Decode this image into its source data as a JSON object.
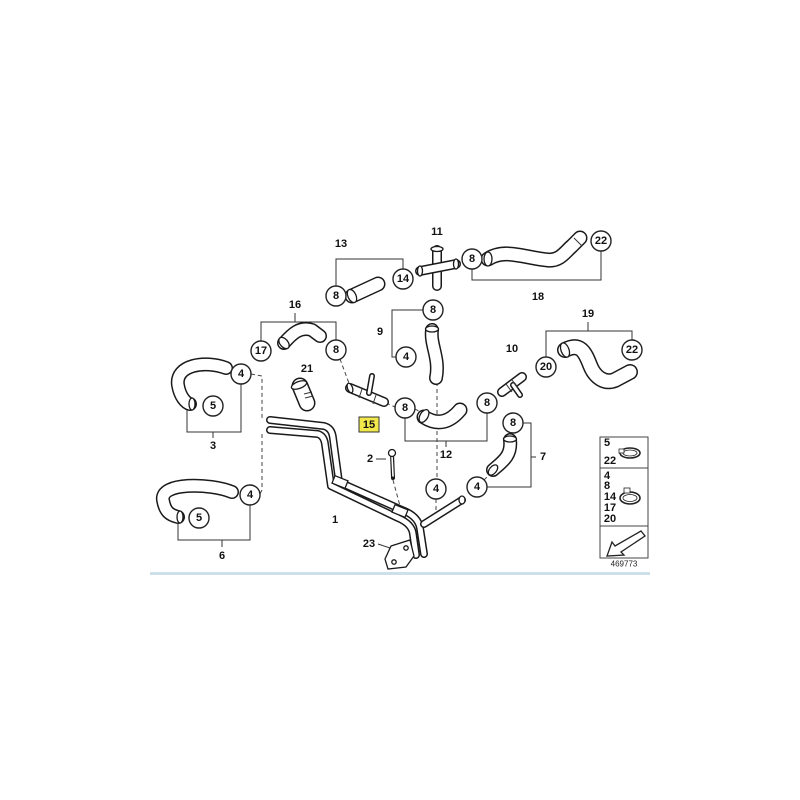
{
  "callouts": [
    "14",
    "8",
    "8",
    "22",
    "8",
    "4",
    "17",
    "8",
    "4",
    "5",
    "8",
    "8",
    "8",
    "20",
    "22",
    "4",
    "5",
    "4",
    "4"
  ],
  "labels": [
    "13",
    "11",
    "16",
    "21",
    "9",
    "10",
    "19",
    "18",
    "3",
    "12",
    "7",
    "2",
    "1",
    "6",
    "23"
  ],
  "highlight": "15",
  "legend": {
    "clamp_small": [
      "5",
      "22"
    ],
    "clamp_large": [
      "4",
      "8",
      "14",
      "17",
      "20"
    ],
    "clamp_icon": "hose-clamp-icon",
    "arrow_icon": "arrow-icon"
  },
  "diagram_number": "469773",
  "colors": {
    "highlight": "#f2e84b",
    "divider": "#cddfea",
    "line": "#222222"
  }
}
